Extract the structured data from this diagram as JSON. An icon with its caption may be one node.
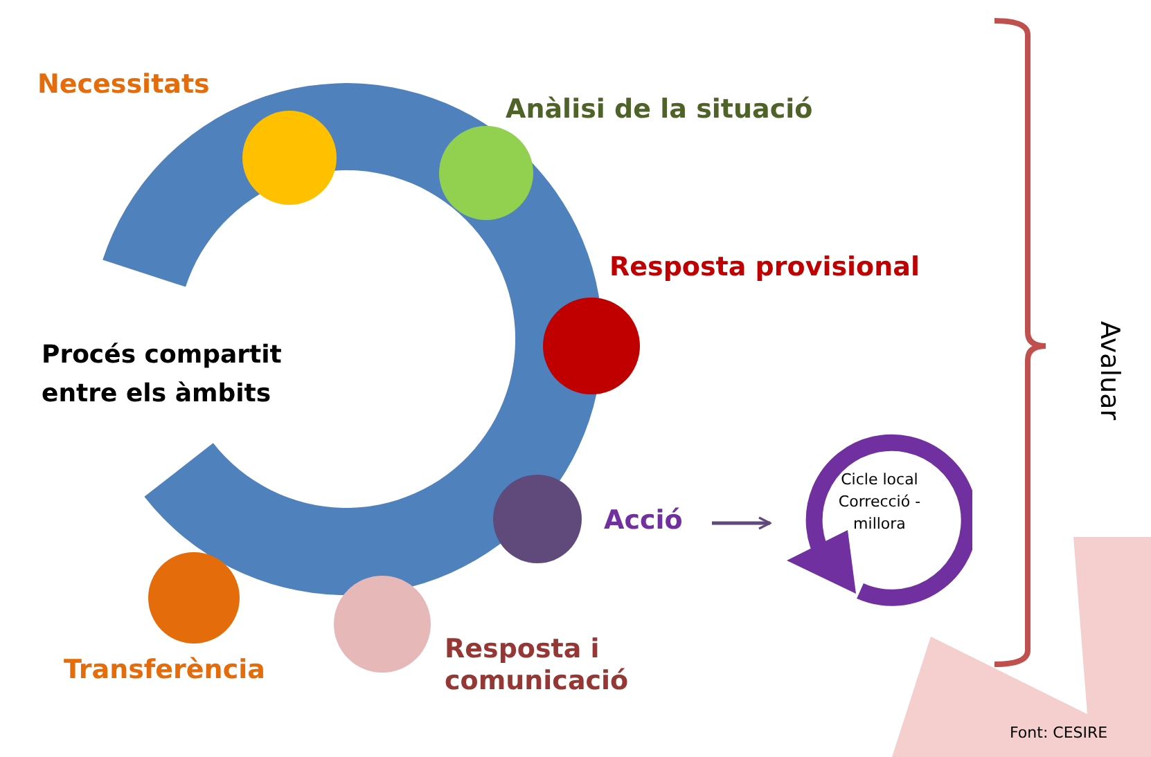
{
  "diagram": {
    "nodes": [
      {
        "text": [
          "Necessitats"
        ]
      },
      {
        "text": [
          "Anàlisi de la situació"
        ]
      },
      {
        "text": [
          "Resposta provisional"
        ]
      },
      {
        "text": [
          "Acció"
        ]
      },
      {
        "text": [
          "Resposta i comunicació"
        ]
      },
      {
        "text": [
          "Transferència"
        ]
      },
      {
        "text": [
          "Cicle local Correcció -millora"
        ]
      }
    ],
    "edges": [
      {
        "from": 3,
        "to": 6,
        "arrow": "to"
      }
    ],
    "labels": [
      "Procés compartit entre els àmbits",
      "Avaluar",
      "Font: CESIRE"
    ]
  }
}
